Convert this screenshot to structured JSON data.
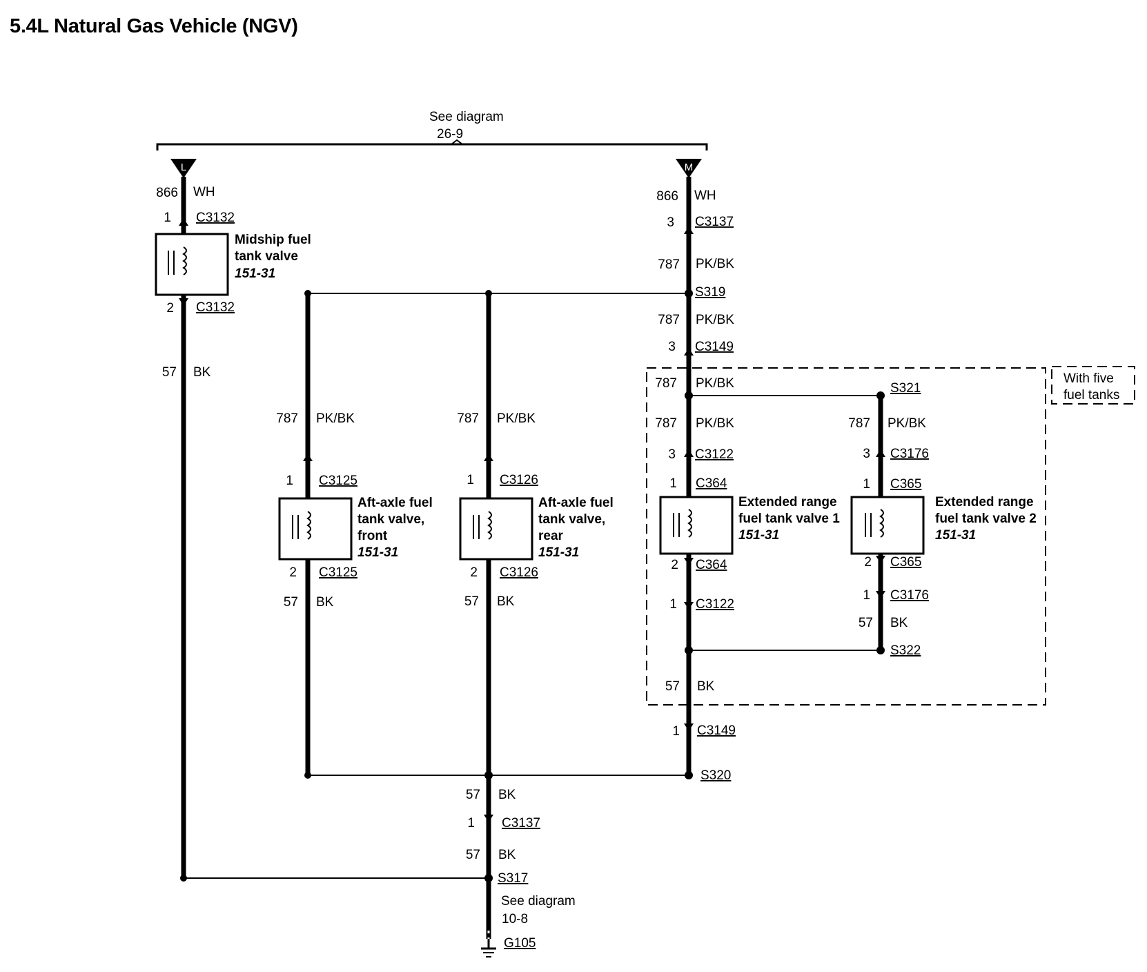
{
  "title": "5.4L Natural Gas Vehicle (NGV)",
  "top_reference": {
    "text": "See diagram",
    "number": "26-9"
  },
  "bottom_reference": {
    "text": "See diagram",
    "number": "10-8"
  },
  "option_box": {
    "line1": "With five",
    "line2": "fuel tanks"
  },
  "terminals": {
    "left": "L",
    "right": "M"
  },
  "ground": "G105",
  "splices": {
    "s319": "S319",
    "s320": "S320",
    "s317": "S317",
    "s321": "S321",
    "s322": "S322"
  },
  "circuits": {
    "wh": {
      "number": "866",
      "color": "WH"
    },
    "pkbk": {
      "number": "787",
      "color": "PK/BK"
    },
    "bk": {
      "number": "57",
      "color": "BK"
    }
  },
  "components": {
    "midship": {
      "line1": "Midship fuel",
      "line2": "tank valve",
      "ref": "151-31",
      "conn_top": "C3132",
      "pin_top": "1",
      "conn_bottom": "C3132",
      "pin_bottom": "2"
    },
    "aft_front": {
      "line1": "Aft-axle fuel",
      "line2": "tank valve,",
      "line3": "front",
      "ref": "151-31",
      "conn_top": "C3125",
      "pin_top": "1",
      "conn_bottom": "C3125",
      "pin_bottom": "2"
    },
    "aft_rear": {
      "line1": "Aft-axle fuel",
      "line2": "tank valve,",
      "line3": "rear",
      "ref": "151-31",
      "conn_top": "C3126",
      "pin_top": "1",
      "conn_bottom": "C3126",
      "pin_bottom": "2"
    },
    "ext1": {
      "line1": "Extended range",
      "line2": "fuel tank valve 1",
      "ref": "151-31",
      "conn_top": "C364",
      "pin_top": "1",
      "conn_bottom": "C364",
      "pin_bottom": "2"
    },
    "ext2": {
      "line1": "Extended range",
      "line2": "fuel tank valve 2",
      "ref": "151-31",
      "conn_top": "C365",
      "pin_top": "1",
      "conn_bottom": "C365",
      "pin_bottom": "2"
    }
  },
  "connectors": {
    "c3137_top": {
      "name": "C3137",
      "pin": "3"
    },
    "c3149_top": {
      "name": "C3149",
      "pin": "3"
    },
    "c3122_top": {
      "name": "C3122",
      "pin": "3"
    },
    "c3176_top": {
      "name": "C3176",
      "pin": "3"
    },
    "c3122_bottom": {
      "name": "C3122",
      "pin": "1"
    },
    "c3176_bottom": {
      "name": "C3176",
      "pin": "1"
    },
    "c3149_bottom": {
      "name": "C3149",
      "pin": "1"
    },
    "c3137_bottom": {
      "name": "C3137",
      "pin": "1"
    }
  }
}
